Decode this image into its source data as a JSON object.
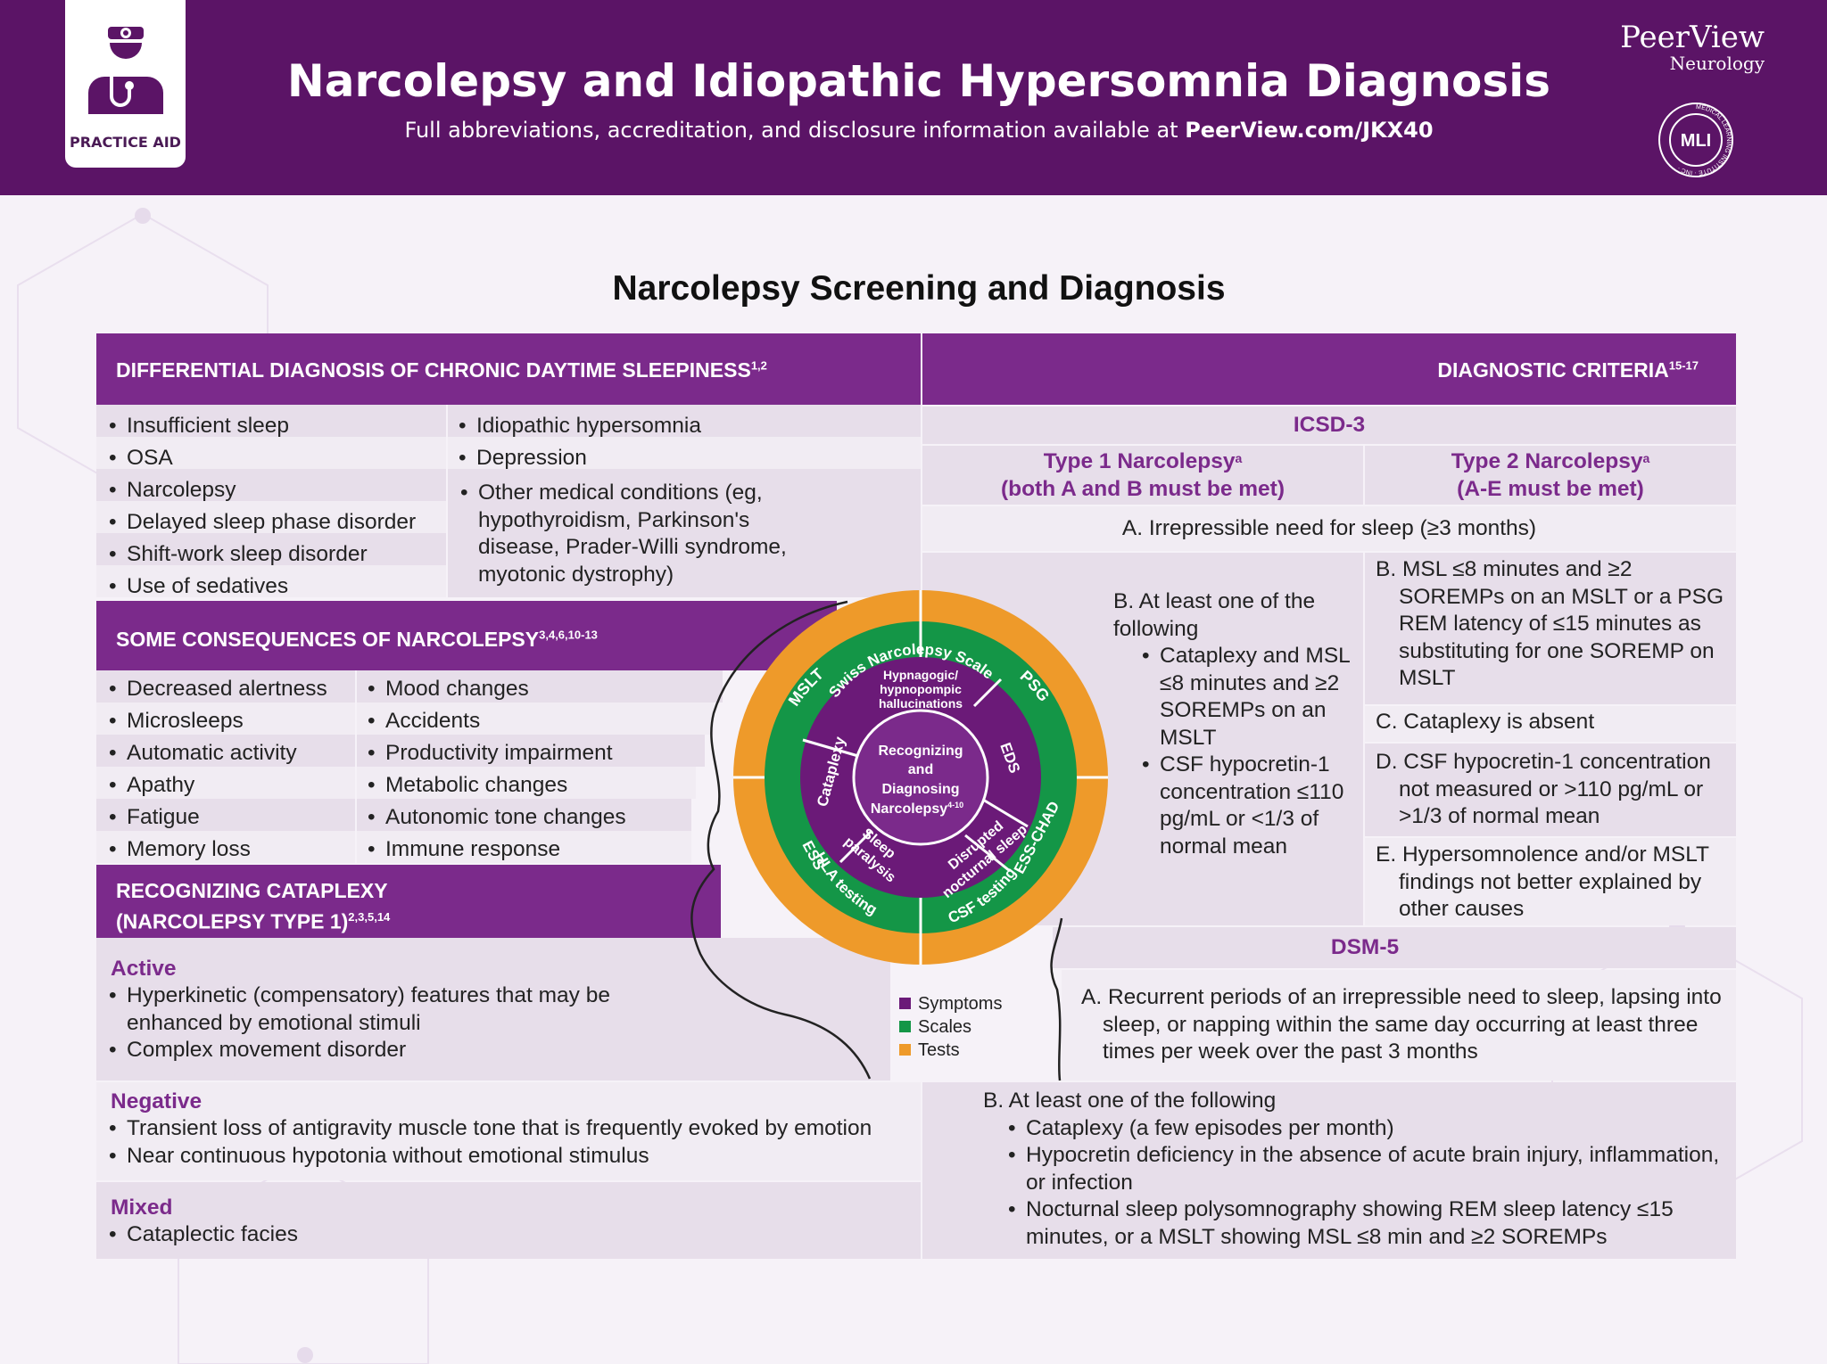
{
  "header": {
    "badge": "PRACTICE AID",
    "title": "Narcolepsy and Idiopathic Hypersomnia Diagnosis",
    "subtitle": "Full abbreviations, accreditation, and disclosure information available at",
    "subtitle_link": "PeerView.com/JKX40",
    "brand_name": "PeerView",
    "brand_sub": "Neurology",
    "seal_text": "MLI",
    "seal_ring": "MEDICAL LEARNING INSTITUTE · INC ·"
  },
  "main_title": "Narcolepsy Screening and Diagnosis",
  "differential": {
    "heading": "DIFFERENTIAL DIAGNOSIS OF CHRONIC DAYTIME SLEEPINESS",
    "refs": "1,2",
    "left": [
      "Insufficient sleep",
      "OSA",
      "Narcolepsy",
      "Delayed sleep phase disorder",
      "Shift-work sleep disorder",
      "Use of sedatives"
    ],
    "right": [
      "Idiopathic hypersomnia",
      "Depression"
    ],
    "other": "Other medical conditions (eg, hypothyroidism, Parkinson's disease, Prader-Willi syndrome, myotonic dystrophy)"
  },
  "consequences": {
    "heading": "SOME CONSEQUENCES OF NARCOLEPSY",
    "refs": "3,4,6,10-13",
    "left": [
      "Decreased alertness",
      "Microsleeps",
      "Automatic activity",
      "Apathy",
      "Fatigue",
      "Memory loss"
    ],
    "right": [
      "Mood changes",
      "Accidents",
      "Productivity impairment",
      "Metabolic changes",
      "Autonomic tone changes",
      "Immune response"
    ]
  },
  "cataplexy": {
    "heading_line1": "RECOGNIZING CATAPLEXY",
    "heading_line2": "(NARCOLEPSY TYPE 1)",
    "refs": "2,3,5,14",
    "active_label": "Active",
    "active": [
      "Hyperkinetic (compensatory) features that may be enhanced by emotional stimuli",
      "Complex movement disorder"
    ],
    "negative_label": "Negative",
    "negative": [
      "Transient loss of antigravity muscle tone that is frequently evoked by emotion",
      "Near continuous hypotonia without emotional stimulus"
    ],
    "mixed_label": "Mixed",
    "mixed": [
      "Cataplectic facies"
    ]
  },
  "criteria": {
    "heading": "DIAGNOSTIC CRITERIA",
    "refs": "15-17",
    "icsd": "ICSD-3",
    "type1_line1": "Type 1 Narcolepsy",
    "type1_line2": "(both A and B must be met)",
    "type2_line1": "Type 2 Narcolepsy",
    "type2_line2": "(A-E must be met)",
    "sup_a": "a",
    "a": "A. Irrepressible need for sleep (≥3 months)",
    "b_type1_intro": "B. At least one of the following",
    "b_type1_items": [
      "Cataplexy and MSL ≤8 minutes and ≥2 SOREMPs on an MSLT",
      "CSF hypocretin-1 concentration ≤110 pg/mL or <1/3 of normal mean"
    ],
    "b_type2": "B. MSL ≤8 minutes and ≥2 SOREMPs on an MSLT or a PSG REM latency of ≤15 minutes as substituting for one SOREMP on MSLT",
    "c": "C. Cataplexy is absent",
    "d": "D. CSF hypocretin-1 concentration not measured or >110 pg/mL or >1/3 of normal mean",
    "e": "E. Hypersomnolence and/or MSLT findings not better explained by other causes",
    "dsm": "DSM-5",
    "dsm_a": "A. Recurrent periods of an irrepressible need to sleep, lapsing into sleep, or napping within the same day occurring at least three times per week over the past 3 months",
    "dsm_b_intro": "B. At least one of the following",
    "dsm_b_items": [
      "Cataplexy (a few episodes per month)",
      "Hypocretin deficiency  in the absence of acute brain injury, inflammation, or infection",
      "Nocturnal sleep polysomnography showing REM sleep latency ≤15 minutes, or a MSLT showing MSL ≤8 min and ≥2 SOREMPs"
    ]
  },
  "wheel": {
    "center_lines": [
      "Recognizing",
      "and",
      "Diagnosing",
      "Narcolepsy"
    ],
    "center_refs": "4-10",
    "outer": [
      "MSLT",
      "PSG",
      "CSF testing",
      "HLA testing"
    ],
    "middle": [
      "Swiss Narcolepsy Scale",
      "ESS-CHAD",
      "ESS"
    ],
    "inner": [
      "Hypnagogic/",
      "hypnopompic",
      "hallucinations",
      "EDS",
      "Disrupted",
      "nocturnal sleep",
      "Sleep",
      "paralysis",
      "Cataplexy"
    ],
    "colors": {
      "symptoms": "#6b1a78",
      "scales": "#149647",
      "tests": "#ee9a2a"
    }
  },
  "legend": [
    "Symptoms",
    "Scales",
    "Tests"
  ],
  "colors": {
    "header": "#5b1466",
    "bar": "#7b2a8b",
    "accent": "#7b2a8b"
  }
}
